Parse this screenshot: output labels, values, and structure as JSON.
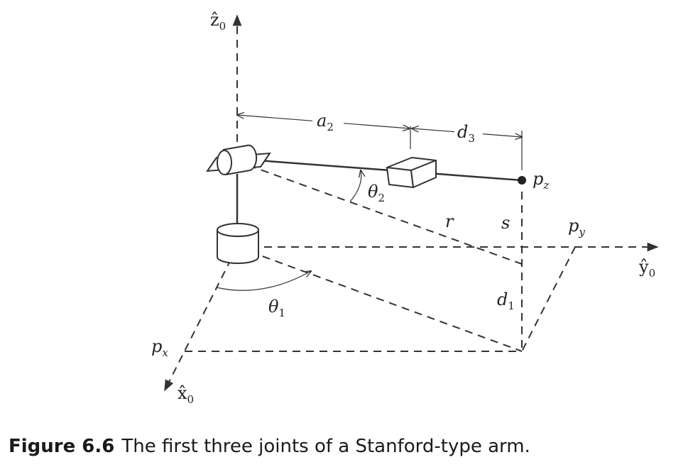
{
  "labels": {
    "z_axis": "ẑ",
    "z_axis_sub": "0",
    "y_axis": "ŷ",
    "y_axis_sub": "0",
    "x_axis": "x̂",
    "x_axis_sub": "0",
    "a": "a",
    "a_sub": "2",
    "d3": "d",
    "d3_sub": "3",
    "pz": "p",
    "pz_sub": "z",
    "theta2": "θ",
    "theta2_sub": "2",
    "r": "r",
    "s": "s",
    "py": "p",
    "py_sub": "y",
    "d1": "d",
    "d1_sub": "1",
    "theta1": "θ",
    "theta1_sub": "1",
    "px": "p",
    "px_sub": "x"
  },
  "caption": {
    "number": "Figure 6.6",
    "text": "The first three joints of a Stanford-type arm."
  }
}
